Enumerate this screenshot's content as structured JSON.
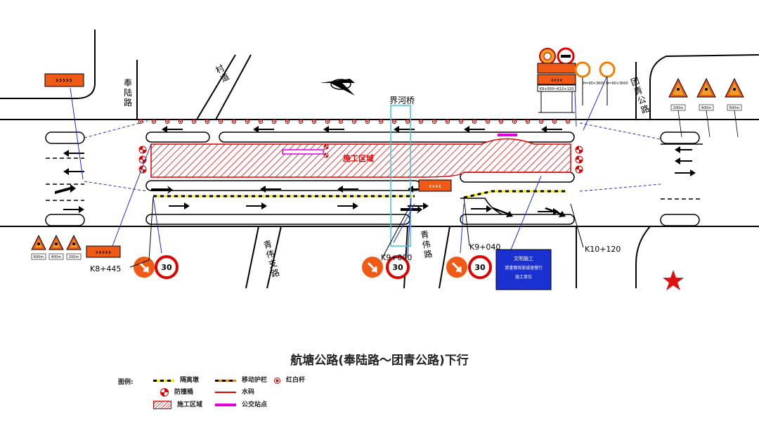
{
  "streets": {
    "fenglu": "奉陆路",
    "cundao": "村道",
    "tuanqing": "团青公路",
    "qingweizhi": "青伟支路",
    "qingwei": "青伟路",
    "jiehe_bridge": "界河桥"
  },
  "work_zone_label": "施工区域",
  "stations": {
    "k8_445": "K8+445",
    "k9_000": "K9+000",
    "k9_040": "K9+040",
    "k10_120": "K10+120"
  },
  "speed_limit": "30",
  "small_labels": {
    "dist_a": "600m",
    "dist_b": "400m",
    "dist_c": "200m",
    "gantry_text": "K9+000～K10+120",
    "sign_dist_left": "H=90×3600",
    "sign_dist_right": "H=90×3600"
  },
  "blue_sign": {
    "line1": "文明施工",
    "line2": "请谨慎驾驶减速慢行",
    "line3": "施工单位"
  },
  "diagram_title": "航塘公路(奉陆路～团青公路)下行",
  "legend": {
    "heading": "图例:",
    "barrier": "隔离墩",
    "mobile_fence": "移动护栏",
    "pole": "红白杆",
    "barricade": "防撞桶",
    "water_horse": "水码",
    "work_area": "施工区域",
    "bus_stop": "公交站点"
  },
  "colors": {
    "road_line": "#000000",
    "work_zone_red": "#e00000",
    "barrier_yellow": "#f4e600",
    "orange_sign": "#f05a14",
    "bridge_cyan": "#40c8d8",
    "blue_line": "#2030c8",
    "bus_magenta": "#e000e0",
    "star_red": "#e01010"
  }
}
